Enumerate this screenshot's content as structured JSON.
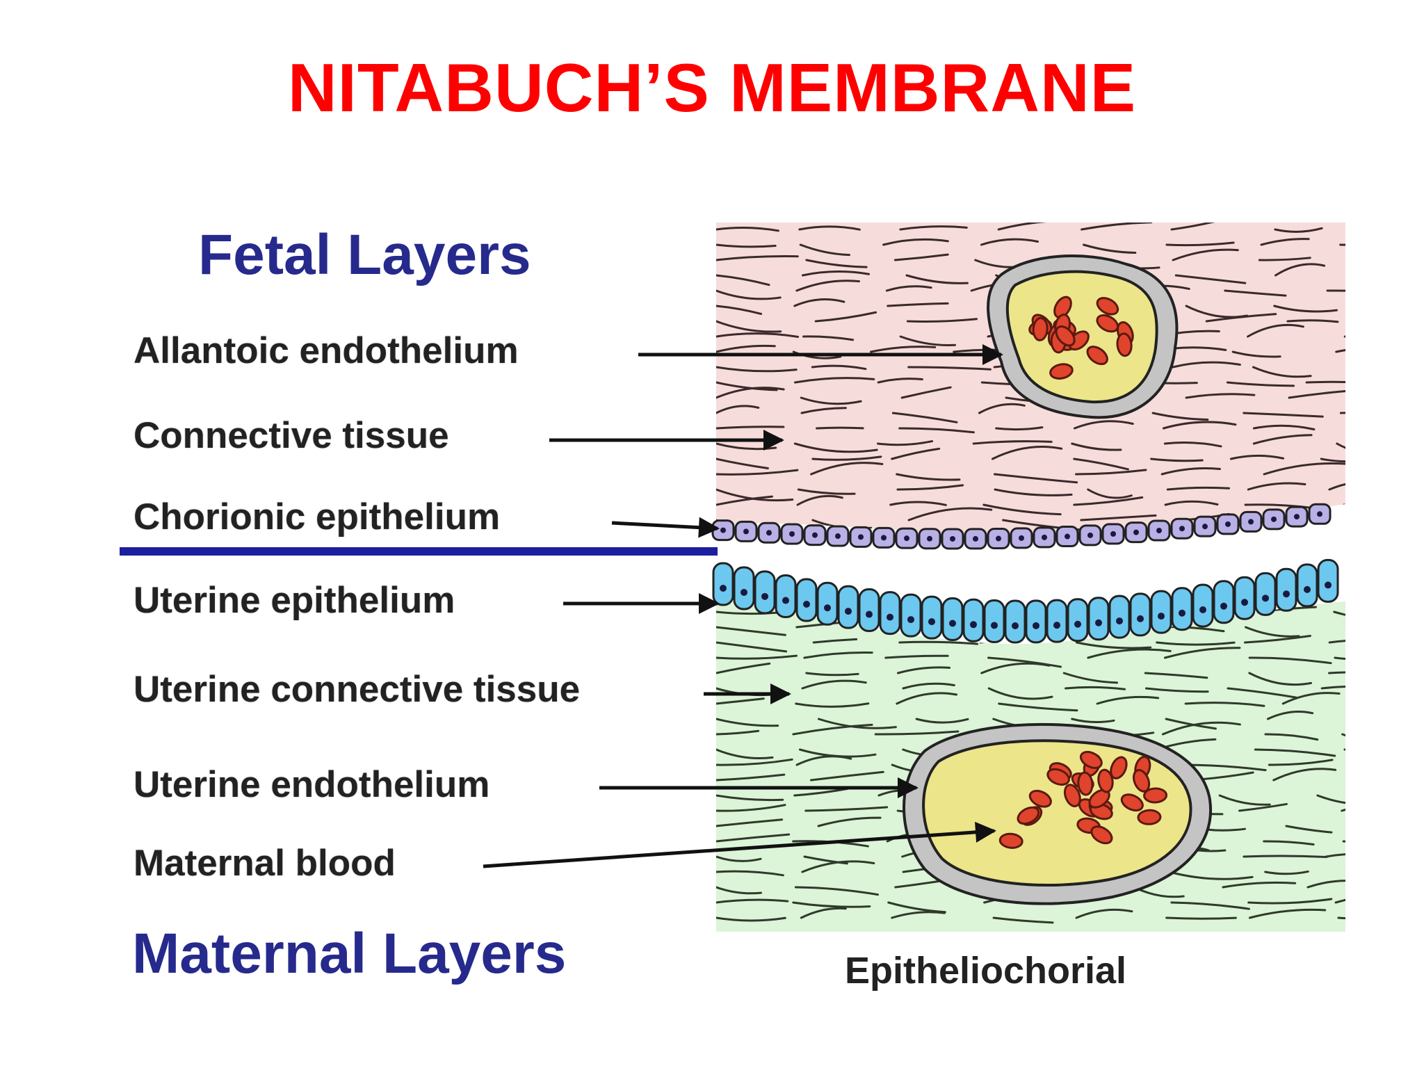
{
  "title": "NITABUCH’S MEMBRANE",
  "fetal_heading": "Fetal Layers",
  "maternal_heading": "Maternal Layers",
  "labels": [
    {
      "id": "allantoic-endothelium",
      "text": "Allantoic endothelium"
    },
    {
      "id": "connective-tissue",
      "text": "Connective tissue"
    },
    {
      "id": "chorionic-epithelium",
      "text": "Chorionic epithelium"
    },
    {
      "id": "uterine-epithelium",
      "text": "Uterine epithelium"
    },
    {
      "id": "uterine-connective-tissue",
      "text": "Uterine connective tissue"
    },
    {
      "id": "uterine-endothelium",
      "text": "Uterine endothelium"
    },
    {
      "id": "maternal-blood",
      "text": "Maternal blood"
    }
  ],
  "caption": "Epitheliochorial",
  "colors": {
    "title": "#ff0000",
    "heading": "#262a8c",
    "divider": "#1c1f9e",
    "fetal_tissue": "#f7dcdc",
    "maternal_tissue": "#dcf4d8",
    "chorionic_cells": "#b9b0e6",
    "uterine_cells": "#6cc8ee",
    "vessel_lumen": "#ece58a",
    "blood_cells": "#e0442c"
  }
}
